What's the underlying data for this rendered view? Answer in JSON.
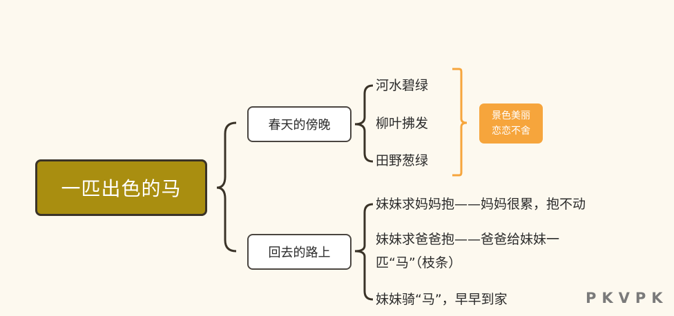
{
  "root": {
    "label": "一匹出色的马"
  },
  "branches": [
    {
      "label": "春天的傍晚",
      "leaves": [
        "河水碧绿",
        "柳叶拂发",
        "田野葱绿"
      ],
      "summary": [
        "景色美丽",
        "恋恋不舍"
      ]
    },
    {
      "label": "回去的路上",
      "leaves": [
        "妹妹求妈妈抱——妈妈很累，抱不动",
        "妹妹求爸爸抱——爸爸给妹妹一",
        "匹“马”（枝条）",
        "妹妹骑“马”，早早到家"
      ]
    }
  ],
  "watermark": "PKVPK",
  "colors": {
    "root_fill": "#a98e10",
    "summary_fill": "#f6a53c",
    "bracket": "#f6a53c",
    "line": "#3a3328",
    "background": "#fdf9ef"
  }
}
